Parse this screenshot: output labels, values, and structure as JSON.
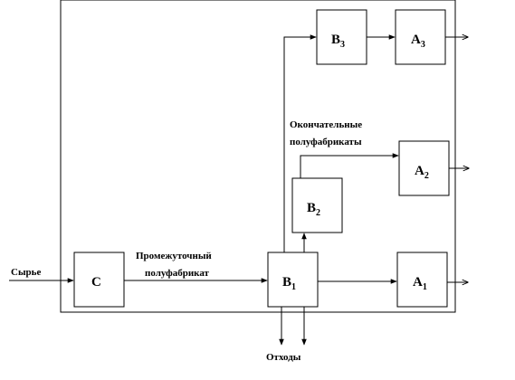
{
  "blocks": {
    "c": {
      "letter": "С",
      "sub": ""
    },
    "b1": {
      "letter": "В",
      "sub": "1"
    },
    "b2": {
      "letter": "В",
      "sub": "2"
    },
    "b3": {
      "letter": "В",
      "sub": "3"
    },
    "a1": {
      "letter": "А",
      "sub": "1"
    },
    "a2": {
      "letter": "А",
      "sub": "2"
    },
    "a3": {
      "letter": "А",
      "sub": "3"
    }
  },
  "labels": {
    "input": "Сырье",
    "intermediate_line1": "Промежуточный",
    "intermediate_line2": "полуфабрикат",
    "final_line1": "Окончательные",
    "final_line2": "полуфабрикаты",
    "waste": "Отходы"
  }
}
